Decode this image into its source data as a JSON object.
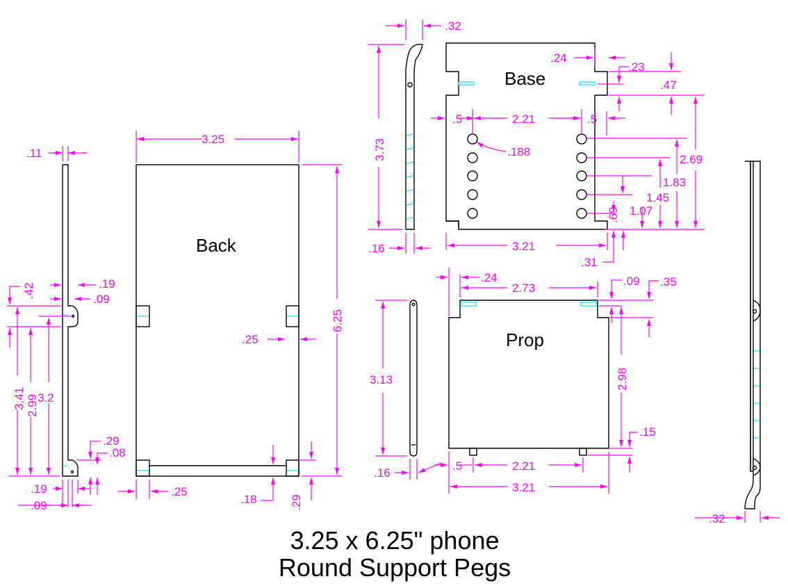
{
  "title": {
    "line1": "3.25 x 6.25\" phone",
    "line2": "Round Support Pegs"
  },
  "colors": {
    "dimension": "#ff00ff",
    "hidden": "#00e5ff",
    "outline": "#000000"
  },
  "parts": {
    "back": "Back",
    "base": "Base",
    "prop": "Prop"
  },
  "dims": {
    "side_left": {
      "w11": ".11",
      "d42": ".42",
      "d19t": ".19",
      "d09t": ".09",
      "d341": "3.41",
      "d299": "2.99",
      "d32": "3.2",
      "d29": ".29",
      "d08": ".08",
      "d19b": ".19",
      "d09b": ".09"
    },
    "back": {
      "w325": "3.25",
      "h625": "6.25",
      "d25r": ".25",
      "d25b": ".25",
      "d18": ".18",
      "d29": ".29"
    },
    "base_side": {
      "d32": ".32",
      "h373": "3.73",
      "d16": ".16"
    },
    "base": {
      "d24": ".24",
      "d23": ".23",
      "d47": ".47",
      "d5l": ".5",
      "d221": "2.21",
      "d5r": ".5",
      "d188": ".188",
      "d269": "2.69",
      "d183": "1.83",
      "d145": "1.45",
      "d107": "1.07",
      "d69": ".69",
      "w321": "3.21",
      "d31": ".31"
    },
    "prop_side": {
      "h313": "3.13",
      "d16": ".16"
    },
    "prop": {
      "d24": ".24",
      "d273": "2.73",
      "d09": ".09",
      "d35": ".35",
      "h298": "2.98",
      "d15": ".15",
      "d5": ".5",
      "d221": "2.21",
      "w321": "3.21"
    },
    "side_right": {
      "d32": ".32"
    }
  }
}
